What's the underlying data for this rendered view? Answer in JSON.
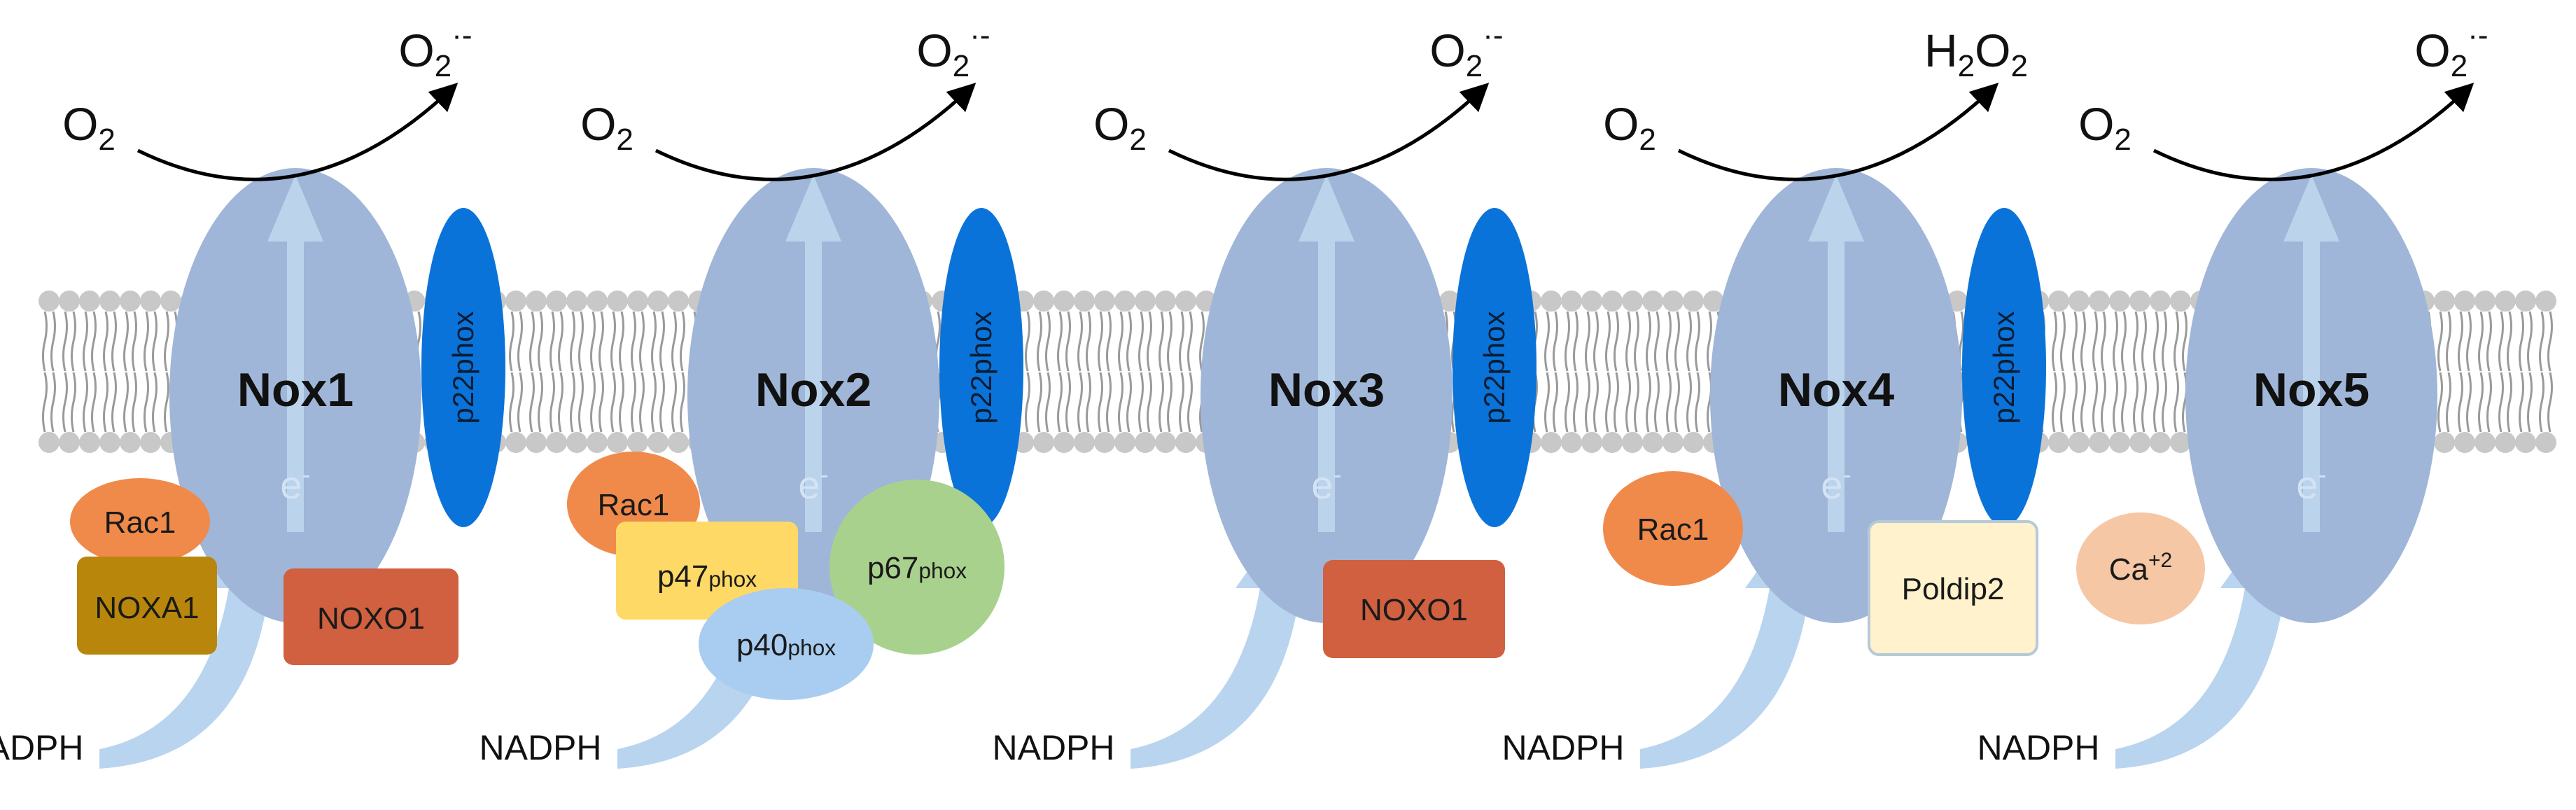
{
  "colors": {
    "membrane_head": "#c8c8c8",
    "membrane_tail": "#9a9a9a",
    "nox_body": "#9fb6d8",
    "electron_arrow": "#bcd3ec",
    "p22phox": "#0a73d9",
    "rac1": "#f08a4b",
    "noxa1": "#b8860b",
    "noxo1": "#d0603f",
    "p47phox": "#ffd966",
    "p67phox": "#a9d18e",
    "p40phox": "#a9cdf0",
    "poldip2": "#fff2cc",
    "calcium": "#f6c7a5"
  },
  "complexes": [
    {
      "name": "Nox1",
      "electron": "e",
      "electron_sup": "-",
      "substrate": "O",
      "substrate_sub": "2",
      "product": "O",
      "product_sub": "2",
      "product_sup": "·-",
      "p22": "p22phox",
      "donor": "NADPH",
      "subunits": [
        {
          "label": "Rac1",
          "shape": "ellipse",
          "color": "#f08a4b"
        },
        {
          "label": "NOXA1",
          "shape": "rect",
          "color": "#b8860b"
        },
        {
          "label": "NOXO1",
          "shape": "rect",
          "color": "#d0603f"
        }
      ]
    },
    {
      "name": "Nox2",
      "electron": "e",
      "electron_sup": "-",
      "substrate": "O",
      "substrate_sub": "2",
      "product": "O",
      "product_sub": "2",
      "product_sup": "·-",
      "p22": "p22phox",
      "donor": "NADPH",
      "subunits": [
        {
          "label": "Rac1",
          "shape": "ellipse",
          "color": "#f08a4b"
        },
        {
          "label": "p47",
          "label_small": "phox",
          "shape": "rect",
          "color": "#ffd966"
        },
        {
          "label": "p67",
          "label_small": "phox",
          "shape": "circle",
          "color": "#a9d18e"
        },
        {
          "label": "p40",
          "label_small": "phox",
          "shape": "ellipse",
          "color": "#a9cdf0"
        }
      ]
    },
    {
      "name": "Nox3",
      "electron": "e",
      "electron_sup": "-",
      "substrate": "O",
      "substrate_sub": "2",
      "product": "O",
      "product_sub": "2",
      "product_sup": "·-",
      "p22": "p22phox",
      "donor": "NADPH",
      "subunits": [
        {
          "label": "NOXO1",
          "shape": "rect",
          "color": "#d0603f"
        }
      ]
    },
    {
      "name": "Nox4",
      "electron": "e",
      "electron_sup": "-",
      "substrate": "O",
      "substrate_sub": "2",
      "product": "H",
      "product_sub": "2",
      "product_mid": "O",
      "product_sub2": "2",
      "p22": "p22phox",
      "donor": "NADPH",
      "subunits": [
        {
          "label": "Rac1",
          "shape": "ellipse",
          "color": "#f08a4b"
        },
        {
          "label": "Poldip2",
          "shape": "rect",
          "color": "#fff2cc"
        }
      ]
    },
    {
      "name": "Nox5",
      "electron": "e",
      "electron_sup": "-",
      "substrate": "O",
      "substrate_sub": "2",
      "product": "O",
      "product_sub": "2",
      "product_sup": "·-",
      "p22": "",
      "donor": "NADPH",
      "subunits": [
        {
          "label": "Ca",
          "label_sup": "+2",
          "shape": "ellipse",
          "color": "#f6c7a5"
        }
      ]
    }
  ]
}
